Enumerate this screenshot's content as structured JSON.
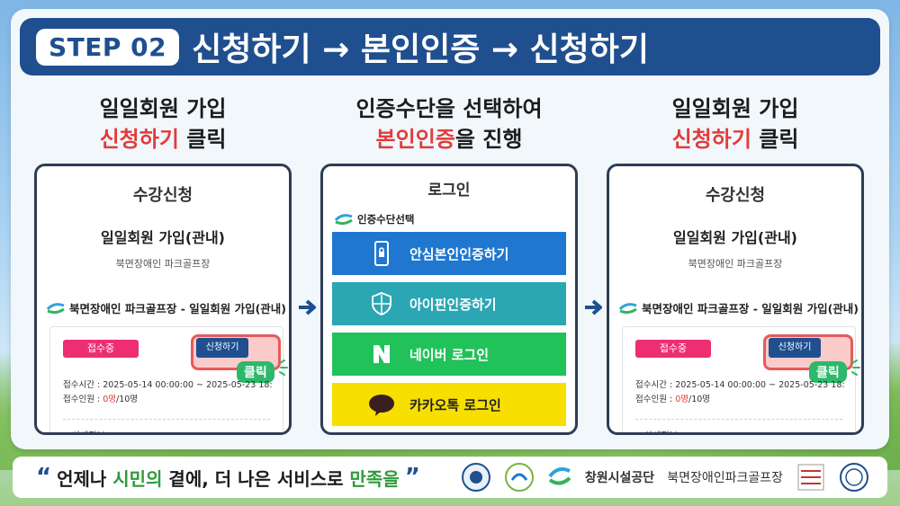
{
  "header": {
    "step_badge": "STEP 02",
    "title": "신청하기 → 본인인증 → 신청하기"
  },
  "columns": [
    {
      "caption_line1": "일일회원 가입",
      "caption_red": "신청하기",
      "caption_rest": " 클릭",
      "card": {
        "title": "수강신청",
        "subtitle": "일일회원 가입(관내)",
        "venue": "북면장애인 파크골프장",
        "course": "북면장애인 파크골프장 - 일일회원 가입(관내)",
        "status": "접수중",
        "apply_button": "신청하기",
        "click_tag": "클릭",
        "period": "접수시간 : 2025-05-14 00:00:00 ~ 2025-05-23 18:",
        "capacity_label": "접수인원 : ",
        "capacity_red": "0명",
        "capacity_rest": "/10명",
        "detail": "상세정보"
      }
    },
    {
      "caption_line1": "인증수단을 선택하여",
      "caption_red": "본인인증",
      "caption_rest": "을 진행",
      "card": {
        "title": "로그인",
        "auth_head": "인증수단선택",
        "auth_options": [
          {
            "label": "안심본인인증하기",
            "color": "#1f77d0"
          },
          {
            "label": "아이핀인증하기",
            "color": "#2ba6b3"
          },
          {
            "label": "네이버 로그인",
            "color": "#21c25a"
          },
          {
            "label": "카카오톡 로그인",
            "color": "#f7e000"
          }
        ]
      }
    },
    {
      "caption_line1": "일일회원 가입",
      "caption_red": "신청하기",
      "caption_rest": " 클릭",
      "card": {
        "title": "수강신청",
        "subtitle": "일일회원 가입(관내)",
        "venue": "북면장애인 파크골프장",
        "course": "북면장애인 파크골프장 - 일일회원 가입(관내)",
        "status": "접수중",
        "apply_button": "신청하기",
        "click_tag": "클릭",
        "period": "접수시간 : 2025-05-14 00:00:00 ~ 2025-05-23 18:",
        "capacity_label": "접수인원 : ",
        "capacity_red": "0명",
        "capacity_rest": "/10명",
        "detail": "상세정보"
      }
    }
  ],
  "footer": {
    "slogan_1": "언제나 ",
    "slogan_green_1": "시민의",
    "slogan_2": " 곁에, 더 나은 서비스로 ",
    "slogan_green_2": "만족을",
    "corp_name": "창원시설공단",
    "corp_sub": "북면장애인파크골프장"
  },
  "colors": {
    "brand_navy": "#1f4f8f",
    "accent_red": "#e33b3b",
    "status_pink": "#ee2e72",
    "click_green": "#2db86a"
  }
}
